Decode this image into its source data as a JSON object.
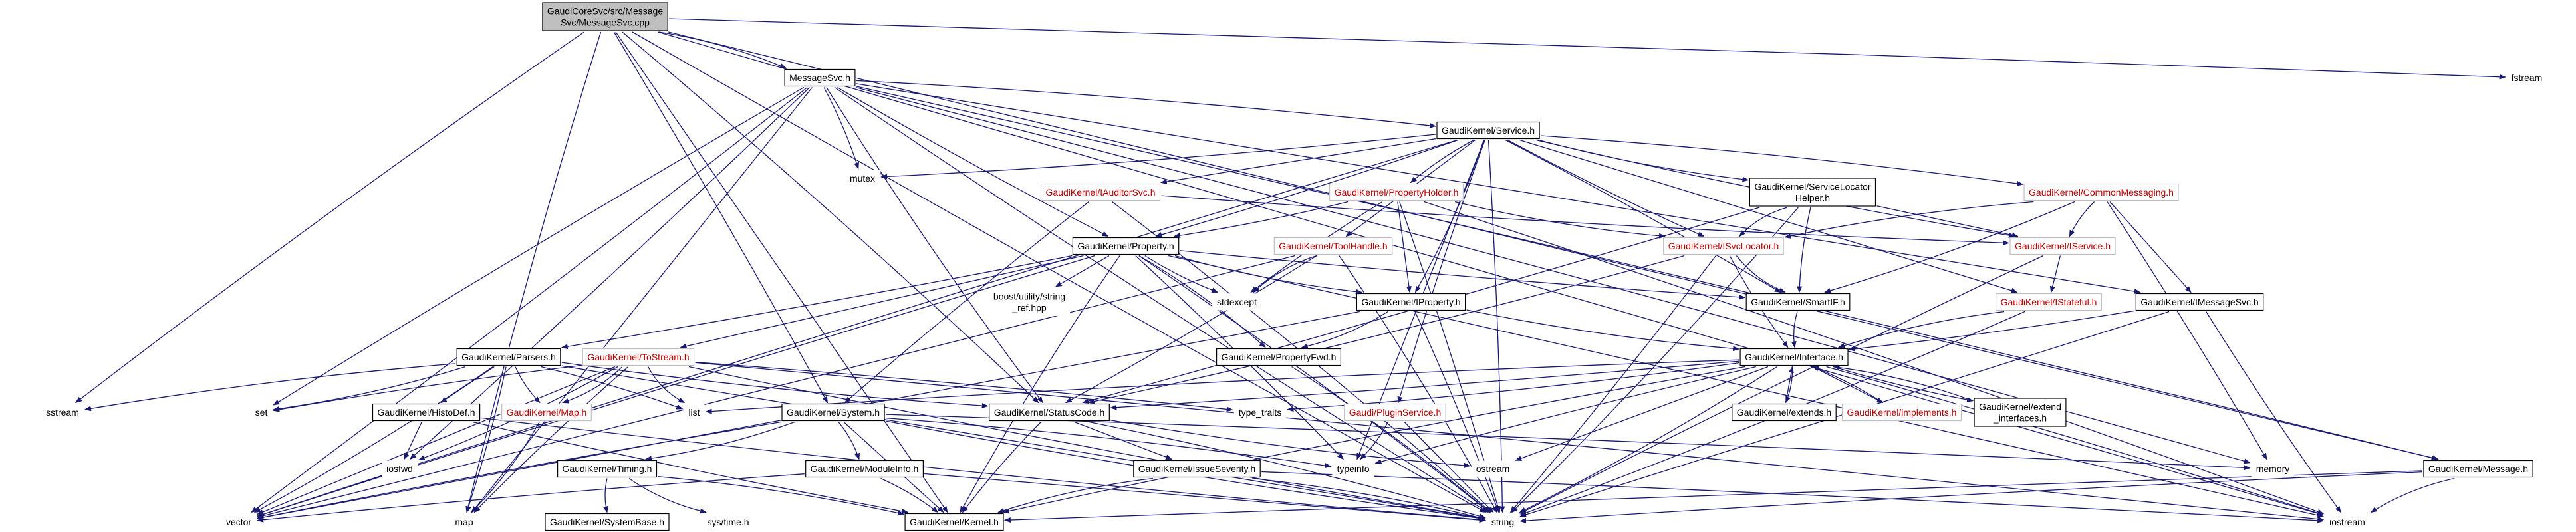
{
  "colors": {
    "edge": "#191970",
    "nodeBorder": "#000000",
    "nodeBorderMissing": "#bfbfbf",
    "missingText": "#c00000",
    "focusFill": "#bfbfbf",
    "background": "#ffffff"
  },
  "nodes": [
    {
      "id": "msgsvc_cpp",
      "lines": [
        "GaudiCoreSvc/src/Message",
        "Svc/MessageSvc.cpp"
      ],
      "kind": "focus"
    },
    {
      "id": "msgsvc_h",
      "lines": [
        "MessageSvc.h"
      ],
      "kind": "normal"
    },
    {
      "id": "fstream",
      "lines": [
        "fstream"
      ],
      "kind": "plain"
    },
    {
      "id": "service_h",
      "lines": [
        "GaudiKernel/Service.h"
      ],
      "kind": "normal"
    },
    {
      "id": "mutex",
      "lines": [
        "mutex"
      ],
      "kind": "plain"
    },
    {
      "id": "iauditorsvc",
      "lines": [
        "GaudiKernel/IAuditorSvc.h"
      ],
      "kind": "missing"
    },
    {
      "id": "propertyholder",
      "lines": [
        "GaudiKernel/PropertyHolder.h"
      ],
      "kind": "missing"
    },
    {
      "id": "servicelocatorhelper",
      "lines": [
        "GaudiKernel/ServiceLocator",
        "Helper.h"
      ],
      "kind": "normal"
    },
    {
      "id": "commonmessaging",
      "lines": [
        "GaudiKernel/CommonMessaging.h"
      ],
      "kind": "missing"
    },
    {
      "id": "property_h",
      "lines": [
        "GaudiKernel/Property.h"
      ],
      "kind": "normal"
    },
    {
      "id": "toolhandle",
      "lines": [
        "GaudiKernel/ToolHandle.h"
      ],
      "kind": "missing"
    },
    {
      "id": "isvclocator",
      "lines": [
        "GaudiKernel/ISvcLocator.h"
      ],
      "kind": "missing"
    },
    {
      "id": "iservice",
      "lines": [
        "GaudiKernel/IService.h"
      ],
      "kind": "missing"
    },
    {
      "id": "boost_string",
      "lines": [
        "boost/utility/string",
        "_ref.hpp"
      ],
      "kind": "plain"
    },
    {
      "id": "stdexcept",
      "lines": [
        "stdexcept"
      ],
      "kind": "plain"
    },
    {
      "id": "iproperty",
      "lines": [
        "GaudiKernel/IProperty.h"
      ],
      "kind": "normal"
    },
    {
      "id": "smartif",
      "lines": [
        "GaudiKernel/SmartIF.h"
      ],
      "kind": "normal"
    },
    {
      "id": "istateful",
      "lines": [
        "GaudiKernel/IStateful.h"
      ],
      "kind": "missing"
    },
    {
      "id": "imessagesvc",
      "lines": [
        "GaudiKernel/IMessageSvc.h"
      ],
      "kind": "normal"
    },
    {
      "id": "parsers",
      "lines": [
        "GaudiKernel/Parsers.h"
      ],
      "kind": "normal"
    },
    {
      "id": "tostream",
      "lines": [
        "GaudiKernel/ToStream.h"
      ],
      "kind": "missing"
    },
    {
      "id": "propertyfwd",
      "lines": [
        "GaudiKernel/PropertyFwd.h"
      ],
      "kind": "normal"
    },
    {
      "id": "interface_h",
      "lines": [
        "GaudiKernel/Interface.h"
      ],
      "kind": "normal"
    },
    {
      "id": "sstream",
      "lines": [
        "sstream"
      ],
      "kind": "plain"
    },
    {
      "id": "set",
      "lines": [
        "set"
      ],
      "kind": "plain"
    },
    {
      "id": "histodef",
      "lines": [
        "GaudiKernel/HistoDef.h"
      ],
      "kind": "normal"
    },
    {
      "id": "gkmap",
      "lines": [
        "GaudiKernel/Map.h"
      ],
      "kind": "missing"
    },
    {
      "id": "list",
      "lines": [
        "list"
      ],
      "kind": "plain"
    },
    {
      "id": "system_h",
      "lines": [
        "GaudiKernel/System.h"
      ],
      "kind": "normal"
    },
    {
      "id": "statuscode",
      "lines": [
        "GaudiKernel/StatusCode.h"
      ],
      "kind": "normal"
    },
    {
      "id": "type_traits",
      "lines": [
        "type_traits"
      ],
      "kind": "plain"
    },
    {
      "id": "pluginservice",
      "lines": [
        "Gaudi/PluginService.h"
      ],
      "kind": "missing"
    },
    {
      "id": "extends",
      "lines": [
        "GaudiKernel/extends.h"
      ],
      "kind": "normal"
    },
    {
      "id": "implements",
      "lines": [
        "GaudiKernel/implements.h"
      ],
      "kind": "missing"
    },
    {
      "id": "extend_interfaces",
      "lines": [
        "GaudiKernel/extend",
        "_interfaces.h"
      ],
      "kind": "normal"
    },
    {
      "id": "iosfwd",
      "lines": [
        "iosfwd"
      ],
      "kind": "plain"
    },
    {
      "id": "timing",
      "lines": [
        "GaudiKernel/Timing.h"
      ],
      "kind": "normal"
    },
    {
      "id": "moduleinfo",
      "lines": [
        "GaudiKernel/ModuleInfo.h"
      ],
      "kind": "normal"
    },
    {
      "id": "issueseverity",
      "lines": [
        "GaudiKernel/IssueSeverity.h"
      ],
      "kind": "normal"
    },
    {
      "id": "typeinfo",
      "lines": [
        "typeinfo"
      ],
      "kind": "plain"
    },
    {
      "id": "ostream",
      "lines": [
        "ostream"
      ],
      "kind": "plain"
    },
    {
      "id": "memory",
      "lines": [
        "memory"
      ],
      "kind": "plain"
    },
    {
      "id": "message_h",
      "lines": [
        "GaudiKernel/Message.h"
      ],
      "kind": "normal"
    },
    {
      "id": "vector",
      "lines": [
        "vector"
      ],
      "kind": "plain"
    },
    {
      "id": "map",
      "lines": [
        "map"
      ],
      "kind": "plain"
    },
    {
      "id": "systembase",
      "lines": [
        "GaudiKernel/SystemBase.h"
      ],
      "kind": "normal"
    },
    {
      "id": "systime",
      "lines": [
        "sys/time.h"
      ],
      "kind": "plain"
    },
    {
      "id": "kernel_h",
      "lines": [
        "GaudiKernel/Kernel.h"
      ],
      "kind": "normal"
    },
    {
      "id": "string",
      "lines": [
        "string"
      ],
      "kind": "plain"
    },
    {
      "id": "iostream",
      "lines": [
        "iostream"
      ],
      "kind": "plain"
    }
  ],
  "edges": [
    [
      "msgsvc_cpp",
      "msgsvc_h"
    ],
    [
      "msgsvc_cpp",
      "fstream"
    ],
    [
      "msgsvc_cpp",
      "iostream"
    ],
    [
      "msgsvc_cpp",
      "message_h"
    ],
    [
      "msgsvc_cpp",
      "sstream"
    ],
    [
      "msgsvc_cpp",
      "statuscode"
    ],
    [
      "msgsvc_cpp",
      "system_h"
    ],
    [
      "msgsvc_cpp",
      "kernel_h"
    ],
    [
      "msgsvc_cpp",
      "string"
    ],
    [
      "msgsvc_cpp",
      "map"
    ],
    [
      "msgsvc_h",
      "service_h"
    ],
    [
      "msgsvc_h",
      "mutex"
    ],
    [
      "msgsvc_h",
      "imessagesvc"
    ],
    [
      "msgsvc_h",
      "property_h"
    ],
    [
      "msgsvc_h",
      "statuscode"
    ],
    [
      "msgsvc_h",
      "message_h"
    ],
    [
      "msgsvc_h",
      "vector"
    ],
    [
      "msgsvc_h",
      "map"
    ],
    [
      "msgsvc_h",
      "set"
    ],
    [
      "msgsvc_h",
      "string"
    ],
    [
      "msgsvc_h",
      "memory"
    ],
    [
      "msgsvc_h",
      "iosfwd"
    ],
    [
      "service_h",
      "iauditorsvc"
    ],
    [
      "service_h",
      "propertyholder"
    ],
    [
      "service_h",
      "servicelocatorhelper"
    ],
    [
      "service_h",
      "commonmessaging"
    ],
    [
      "service_h",
      "property_h"
    ],
    [
      "service_h",
      "toolhandle"
    ],
    [
      "service_h",
      "isvclocator"
    ],
    [
      "service_h",
      "iservice"
    ],
    [
      "service_h",
      "iproperty"
    ],
    [
      "service_h",
      "smartif"
    ],
    [
      "service_h",
      "istateful"
    ],
    [
      "service_h",
      "pluginservice"
    ],
    [
      "service_h",
      "vector"
    ],
    [
      "service_h",
      "mutex"
    ],
    [
      "service_h",
      "string"
    ],
    [
      "service_h",
      "typeinfo"
    ],
    [
      "iauditorsvc",
      "system_h"
    ],
    [
      "iauditorsvc",
      "iservice"
    ],
    [
      "iauditorsvc",
      "string"
    ],
    [
      "propertyholder",
      "property_h"
    ],
    [
      "propertyholder",
      "iproperty"
    ],
    [
      "propertyholder",
      "stdexcept"
    ],
    [
      "propertyholder",
      "isvclocator"
    ],
    [
      "propertyholder",
      "iostream"
    ],
    [
      "propertyholder",
      "string"
    ],
    [
      "servicelocatorhelper",
      "iservice"
    ],
    [
      "servicelocatorhelper",
      "smartif"
    ],
    [
      "servicelocatorhelper",
      "isvclocator"
    ],
    [
      "servicelocatorhelper",
      "string"
    ],
    [
      "servicelocatorhelper",
      "statuscode"
    ],
    [
      "commonmessaging",
      "imessagesvc"
    ],
    [
      "commonmessaging",
      "iservice"
    ],
    [
      "commonmessaging",
      "isvclocator"
    ],
    [
      "commonmessaging",
      "smartif"
    ],
    [
      "commonmessaging",
      "memory"
    ],
    [
      "property_h",
      "boost_string"
    ],
    [
      "property_h",
      "stdexcept"
    ],
    [
      "property_h",
      "iproperty"
    ],
    [
      "property_h",
      "propertyfwd"
    ],
    [
      "property_h",
      "parsers"
    ],
    [
      "property_h",
      "tostream"
    ],
    [
      "property_h",
      "smartif"
    ],
    [
      "property_h",
      "kernel_h"
    ],
    [
      "property_h",
      "string"
    ],
    [
      "property_h",
      "typeinfo"
    ],
    [
      "property_h",
      "iostream"
    ],
    [
      "property_h",
      "vector"
    ],
    [
      "toolhandle",
      "stdexcept"
    ],
    [
      "toolhandle",
      "string"
    ],
    [
      "toolhandle",
      "statuscode"
    ],
    [
      "toolhandle",
      "vector"
    ],
    [
      "isvclocator",
      "interface_h"
    ],
    [
      "isvclocator",
      "smartif"
    ],
    [
      "isvclocator",
      "statuscode"
    ],
    [
      "isvclocator",
      "string"
    ],
    [
      "iservice",
      "istateful"
    ],
    [
      "iservice",
      "string"
    ],
    [
      "iproperty",
      "interface_h"
    ],
    [
      "iproperty",
      "propertyfwd"
    ],
    [
      "iproperty",
      "string"
    ],
    [
      "iproperty",
      "vector"
    ],
    [
      "smartif",
      "interface_h"
    ],
    [
      "istateful",
      "interface_h"
    ],
    [
      "istateful",
      "string"
    ],
    [
      "imessagesvc",
      "interface_h"
    ],
    [
      "imessagesvc",
      "string"
    ],
    [
      "imessagesvc",
      "iostream"
    ],
    [
      "parsers",
      "sstream"
    ],
    [
      "parsers",
      "set"
    ],
    [
      "parsers",
      "list"
    ],
    [
      "parsers",
      "histodef"
    ],
    [
      "parsers",
      "gkmap"
    ],
    [
      "parsers",
      "statuscode"
    ],
    [
      "parsers",
      "vector"
    ],
    [
      "parsers",
      "map"
    ],
    [
      "parsers",
      "string"
    ],
    [
      "tostream",
      "set"
    ],
    [
      "tostream",
      "list"
    ],
    [
      "tostream",
      "gkmap"
    ],
    [
      "tostream",
      "type_traits"
    ],
    [
      "tostream",
      "vector"
    ],
    [
      "tostream",
      "map"
    ],
    [
      "tostream",
      "string"
    ],
    [
      "tostream",
      "iosfwd"
    ],
    [
      "tostream",
      "iostream"
    ],
    [
      "histodef",
      "iosfwd"
    ],
    [
      "histodef",
      "kernel_h"
    ],
    [
      "histodef",
      "string"
    ],
    [
      "gkmap",
      "map"
    ],
    [
      "interface_h",
      "extends"
    ],
    [
      "interface_h",
      "implements"
    ],
    [
      "interface_h",
      "extend_interfaces"
    ],
    [
      "interface_h",
      "list"
    ],
    [
      "interface_h",
      "type_traits"
    ],
    [
      "interface_h",
      "statuscode"
    ],
    [
      "interface_h",
      "ostream"
    ],
    [
      "interface_h",
      "typeinfo"
    ],
    [
      "interface_h",
      "kernel_h"
    ],
    [
      "interface_h",
      "string"
    ],
    [
      "interface_h",
      "iostream"
    ],
    [
      "extends",
      "interface_h"
    ],
    [
      "implements",
      "interface_h"
    ],
    [
      "extend_interfaces",
      "interface_h"
    ],
    [
      "system_h",
      "timing"
    ],
    [
      "system_h",
      "moduleinfo"
    ],
    [
      "system_h",
      "kernel_h"
    ],
    [
      "system_h",
      "vector"
    ],
    [
      "system_h",
      "string"
    ],
    [
      "system_h",
      "typeinfo"
    ],
    [
      "system_h",
      "memory"
    ],
    [
      "statuscode",
      "issueseverity"
    ],
    [
      "statuscode",
      "kernel_h"
    ],
    [
      "statuscode",
      "ostream"
    ],
    [
      "statuscode",
      "string"
    ],
    [
      "pluginservice",
      "typeinfo"
    ],
    [
      "pluginservice",
      "string"
    ],
    [
      "timing",
      "systembase"
    ],
    [
      "timing",
      "systime"
    ],
    [
      "timing",
      "kernel_h"
    ],
    [
      "moduleinfo",
      "kernel_h"
    ],
    [
      "moduleinfo",
      "string"
    ],
    [
      "moduleinfo",
      "vector"
    ],
    [
      "issueseverity",
      "kernel_h"
    ],
    [
      "issueseverity",
      "string"
    ],
    [
      "issueseverity",
      "iostream"
    ],
    [
      "message_h",
      "kernel_h"
    ],
    [
      "message_h",
      "string"
    ],
    [
      "message_h",
      "iostream"
    ],
    [
      "propertyfwd",
      "string"
    ]
  ]
}
